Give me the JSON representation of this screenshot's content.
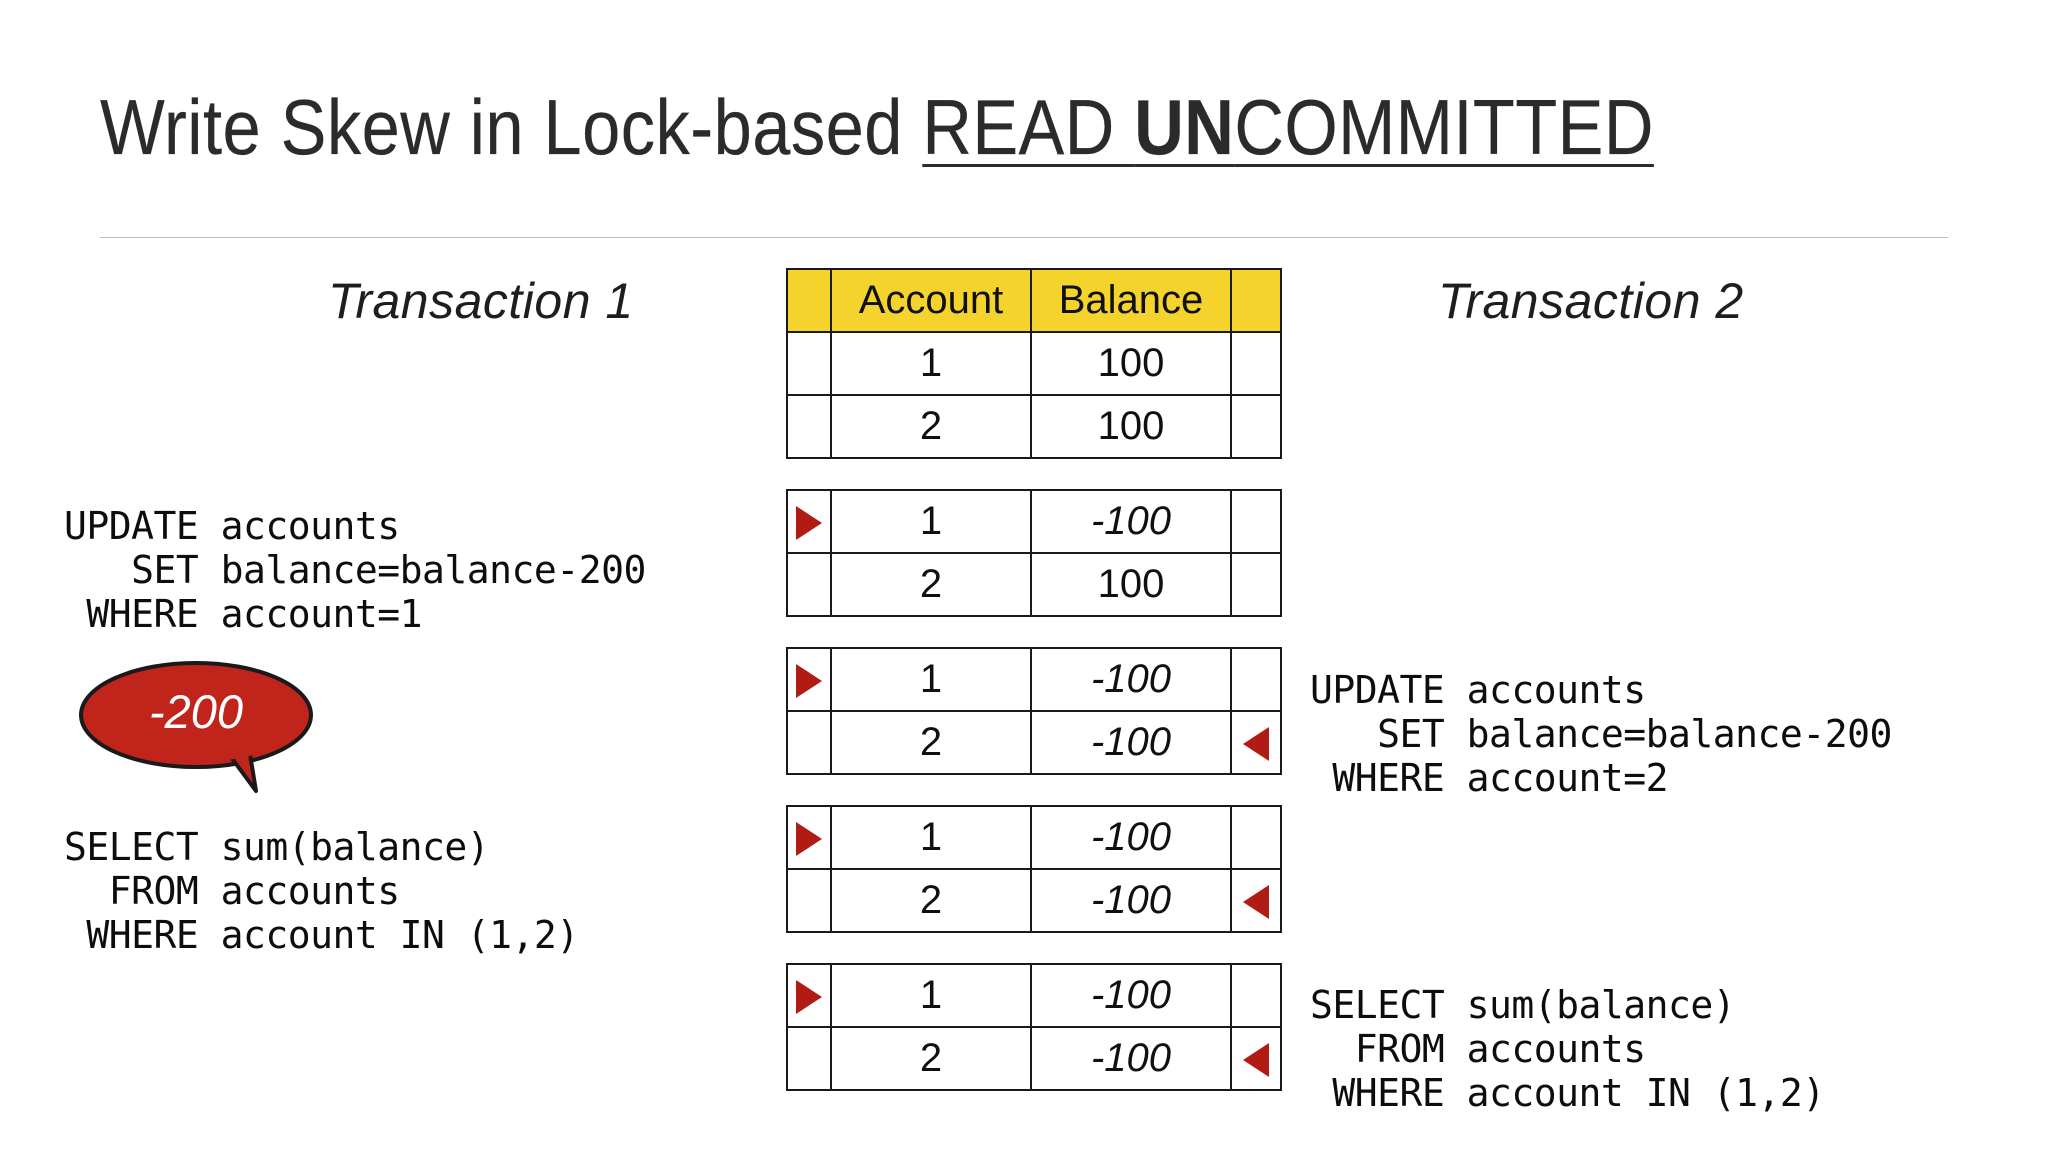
{
  "title": {
    "plain": "Write Skew in Lock-based ",
    "underlined_prefix": "READ ",
    "underlined_strong": "UN",
    "underlined_suffix": "COMMITTED"
  },
  "columns": {
    "left_heading": "Transaction 1",
    "right_heading": "Transaction 2"
  },
  "transaction1": {
    "update_sql": "UPDATE accounts\n   SET balance=balance-200\n WHERE account=1",
    "select_sql": "SELECT sum(balance)\n  FROM accounts\n WHERE account IN (1,2)",
    "bubble_label": "-200"
  },
  "transaction2": {
    "update_sql": "UPDATE accounts\n   SET balance=balance-200\n WHERE account=2",
    "select_sql": "SELECT sum(balance)\n  FROM accounts\n WHERE account IN (1,2)"
  },
  "table": {
    "headers": {
      "marker_left": "",
      "account": "Account",
      "balance": "Balance",
      "marker_right": ""
    },
    "snapshots": [
      {
        "has_header": true,
        "rows": [
          {
            "marker_left": "none",
            "account": "1",
            "balance": "100",
            "changed": false,
            "marker_right": "none"
          },
          {
            "marker_left": "none",
            "account": "2",
            "balance": "100",
            "changed": false,
            "marker_right": "none"
          }
        ]
      },
      {
        "has_header": false,
        "rows": [
          {
            "marker_left": "triangle-right",
            "account": "1",
            "balance": "-100",
            "changed": true,
            "marker_right": "none"
          },
          {
            "marker_left": "none",
            "account": "2",
            "balance": "100",
            "changed": false,
            "marker_right": "none"
          }
        ]
      },
      {
        "has_header": false,
        "rows": [
          {
            "marker_left": "triangle-right",
            "account": "1",
            "balance": "-100",
            "changed": true,
            "marker_right": "none"
          },
          {
            "marker_left": "none",
            "account": "2",
            "balance": "-100",
            "changed": true,
            "marker_right": "triangle-left"
          }
        ]
      },
      {
        "has_header": false,
        "rows": [
          {
            "marker_left": "triangle-right",
            "account": "1",
            "balance": "-100",
            "changed": true,
            "marker_right": "none"
          },
          {
            "marker_left": "none",
            "account": "2",
            "balance": "-100",
            "changed": true,
            "marker_right": "triangle-left"
          }
        ]
      },
      {
        "has_header": false,
        "rows": [
          {
            "marker_left": "triangle-right",
            "account": "1",
            "balance": "-100",
            "changed": true,
            "marker_right": "none"
          },
          {
            "marker_left": "none",
            "account": "2",
            "balance": "-100",
            "changed": true,
            "marker_right": "triangle-left"
          }
        ]
      }
    ]
  },
  "colors": {
    "header_yellow": "#F5D32D",
    "accent_red": "#B01B14",
    "bubble_red": "#C0241A",
    "bubble_outline": "#1a1a1a",
    "text": "#101010",
    "rule": "#bdbdbd"
  }
}
